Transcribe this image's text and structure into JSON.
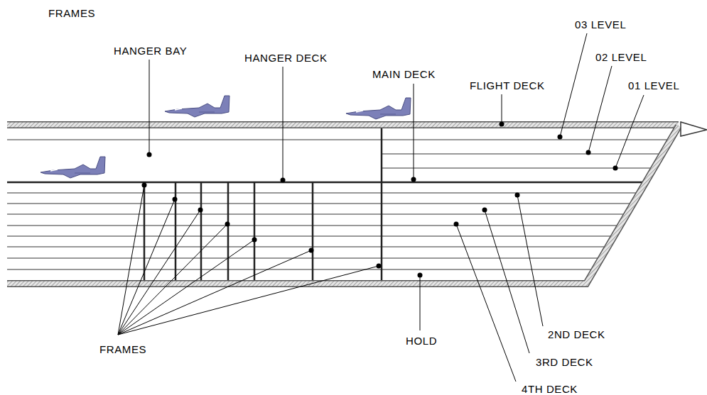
{
  "diagram": {
    "title": "FRAMES",
    "labels": [
      "HANGER BAY",
      "HANGER DECK",
      "MAIN DECK",
      "FLIGHT DECK",
      "03 LEVEL",
      "02 LEVEL",
      "01 LEVEL",
      "FRAMES",
      "HOLD",
      "2ND DECK",
      "3RD DECK",
      "4TH DECK"
    ]
  }
}
